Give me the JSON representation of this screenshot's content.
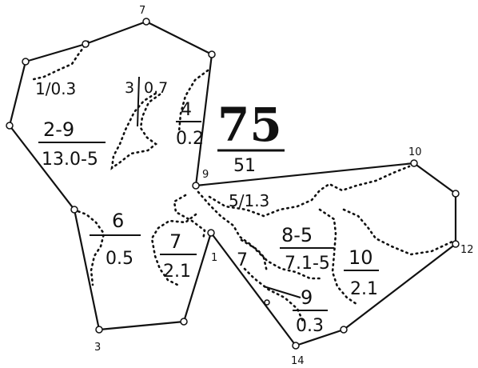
{
  "quarter": {
    "number": "75",
    "area": "51",
    "subtitle": "5/1.3"
  },
  "vertices": {
    "v7": "7",
    "v9": "9",
    "v10": "10",
    "v12": "12",
    "v1": "1",
    "v3": "3",
    "v14": "14"
  },
  "plots": [
    {
      "label": "1/0.3"
    },
    {
      "top": "3",
      "bottom": "0.7"
    },
    {
      "top": "4",
      "bottom": "0.2"
    },
    {
      "top": "2-9",
      "bottom": "13.0-5"
    },
    {
      "top": "6",
      "bottom": "0.5"
    },
    {
      "top": "7",
      "bottom": "2.1"
    },
    {
      "label": "7"
    },
    {
      "top": "8-5",
      "bottom": "7.1-5"
    },
    {
      "top": "10",
      "bottom": "2.1"
    },
    {
      "top": "9",
      "bottom": "0.3"
    }
  ]
}
